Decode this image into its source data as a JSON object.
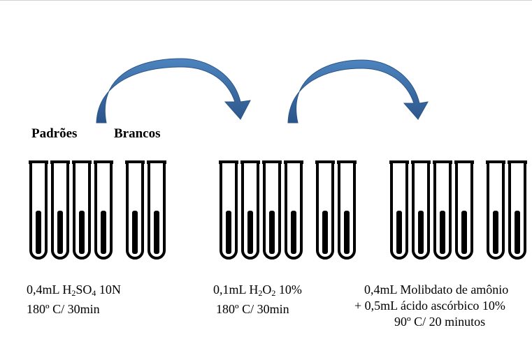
{
  "labels": {
    "standards": "Padrões",
    "blanks": "Brancos"
  },
  "steps": [
    {
      "reagent_prefix": "0,4mL H",
      "reagent_sub1": "2",
      "reagent_mid": "SO",
      "reagent_sub2": "4",
      "reagent_suffix": " 10N",
      "condition": "180º C/  30min"
    },
    {
      "reagent_prefix": "0,1mL H",
      "reagent_sub1": "2",
      "reagent_mid": "O",
      "reagent_sub2": "2",
      "reagent_suffix": " 10%",
      "condition": "180º C/ 30min"
    },
    {
      "line1": "0,4mL Molibdato de amônio",
      "line2": "+ 0,5mL ácido ascórbico 10%",
      "line3": "90º C/ 20 minutos"
    }
  ],
  "groups": [
    {
      "standards_count": 4,
      "blanks_count": 2
    },
    {
      "standards_count": 4,
      "blanks_count": 2
    },
    {
      "standards_count": 4,
      "blanks_count": 2
    }
  ],
  "colors": {
    "arrow": "#3a6ea5",
    "arrow_dark": "#2b5589",
    "tube": "#000000"
  }
}
